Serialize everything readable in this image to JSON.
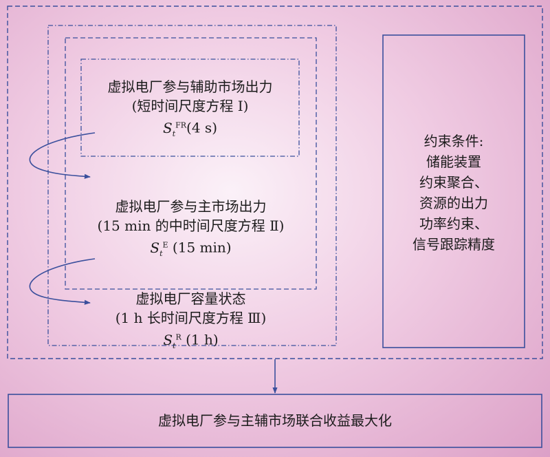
{
  "inner_box": {
    "title": "虚拟电厂参与辅助市场出力",
    "subtitle": "(短时间尺度方程 Ⅰ)",
    "symbol_base": "S",
    "symbol_sub": "t",
    "symbol_sup": "FR",
    "symbol_arg": "(4 s)"
  },
  "middle_box": {
    "title": "虚拟电厂参与主市场出力",
    "subtitle": "(15 min 的中时间尺度方程 Ⅱ)",
    "symbol_base": "S",
    "symbol_sub": "t",
    "symbol_sup": "E",
    "symbol_arg": " (15 min)"
  },
  "outer_box": {
    "title": "虚拟电厂容量状态",
    "subtitle": "(1 h 长时间尺度方程 Ⅲ)",
    "symbol_base": "S",
    "symbol_sub": "t",
    "symbol_sup": "R",
    "symbol_arg": " (1 h)"
  },
  "constraints": {
    "lines": [
      "约束条件:",
      "储能装置",
      "约束聚合、",
      "资源的出力",
      "功率约束、",
      "信号跟踪精度"
    ]
  },
  "result": {
    "text": "虚拟电厂参与主辅市场联合收益最大化"
  },
  "colors": {
    "border": "#3a4f9c",
    "arrow": "#3a4f9c"
  }
}
